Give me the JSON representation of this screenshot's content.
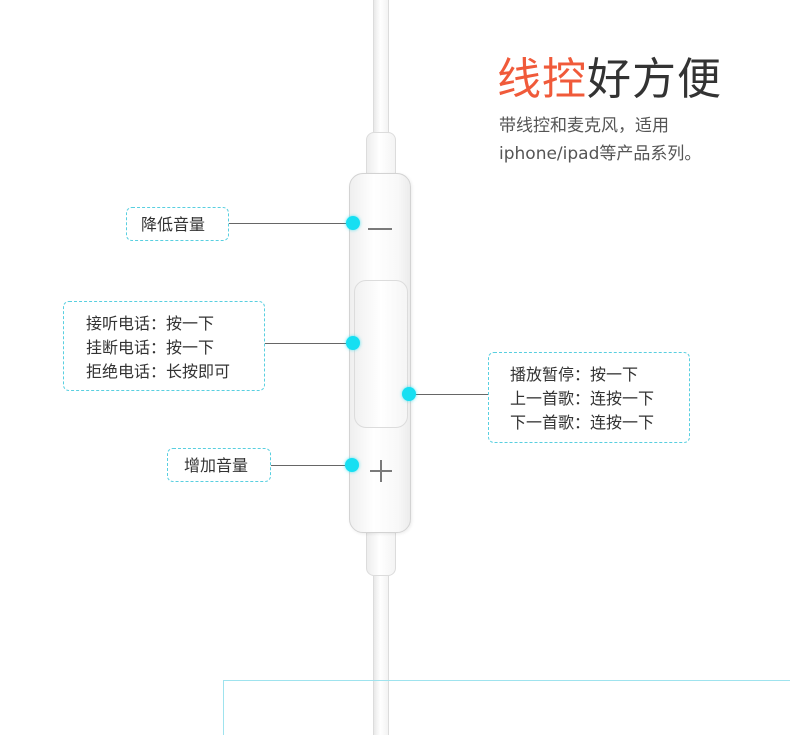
{
  "headline": {
    "accent": "线控",
    "rest": "好方便"
  },
  "subtitle": {
    "line1": "带线控和麦克风，适用",
    "line2": "iphone/ipad等产品系列。"
  },
  "callouts": {
    "volume_down": {
      "lines": [
        "降低音量"
      ]
    },
    "call": {
      "lines": [
        "接听电话：按一下",
        "挂断电话：按一下",
        "拒绝电话：长按即可"
      ]
    },
    "media": {
      "lines": [
        "播放暂停：按一下",
        "上一首歌：连按一下",
        "下一首歌：连按一下"
      ]
    },
    "volume_up": {
      "lines": [
        "增加音量"
      ]
    }
  },
  "remote": {
    "minus_symbol": "—",
    "plus_symbol": "+"
  },
  "colors": {
    "accent": "#f05a3a",
    "marker": "#16dff2",
    "callout_border": "#58cfe0",
    "text": "#333333"
  }
}
